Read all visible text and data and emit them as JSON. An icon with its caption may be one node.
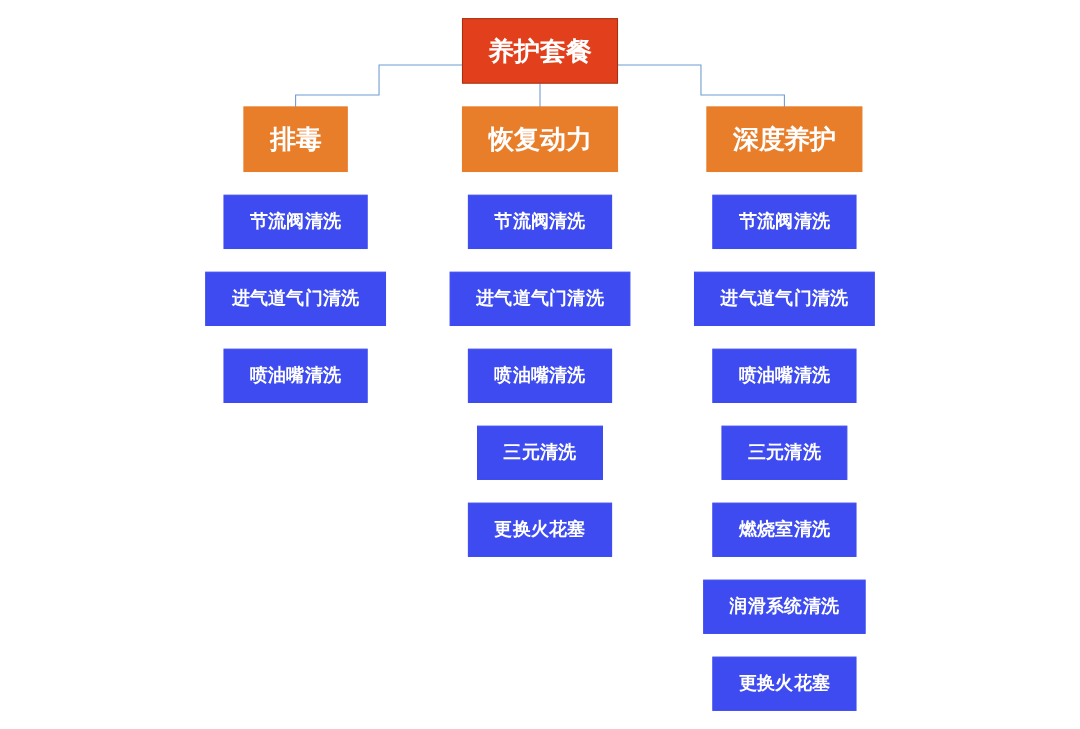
{
  "diagram": {
    "nodes": [
      {
        "text": [
          "养护套餐"
        ]
      },
      {
        "text": [
          "排毒"
        ]
      },
      {
        "text": [
          "恢复动力"
        ]
      },
      {
        "text": [
          "深度养护"
        ]
      },
      {
        "text": [
          "节流阀清洗"
        ]
      },
      {
        "text": [
          "进气道气门清洗"
        ]
      },
      {
        "text": [
          "喷油嘴清洗"
        ]
      },
      {
        "text": [
          "节流阀清洗"
        ]
      },
      {
        "text": [
          "进气道气门清洗"
        ]
      },
      {
        "text": [
          "喷油嘴清洗"
        ]
      },
      {
        "text": [
          "三元清洗"
        ]
      },
      {
        "text": [
          "更换火花塞"
        ]
      },
      {
        "text": [
          "节流阀清洗"
        ]
      },
      {
        "text": [
          "进气道气门清洗"
        ]
      },
      {
        "text": [
          "喷油嘴清洗"
        ]
      },
      {
        "text": [
          "三元清洗"
        ]
      },
      {
        "text": [
          "燃烧室清洗"
        ]
      },
      {
        "text": [
          "润滑系统清洗"
        ]
      },
      {
        "text": [
          "更换火花塞"
        ]
      }
    ],
    "edges": [
      {
        "from": 0,
        "to": 1,
        "arrow": "none"
      },
      {
        "from": 0,
        "to": 2,
        "arrow": "none"
      },
      {
        "from": 0,
        "to": 3,
        "arrow": "none"
      }
    ]
  }
}
